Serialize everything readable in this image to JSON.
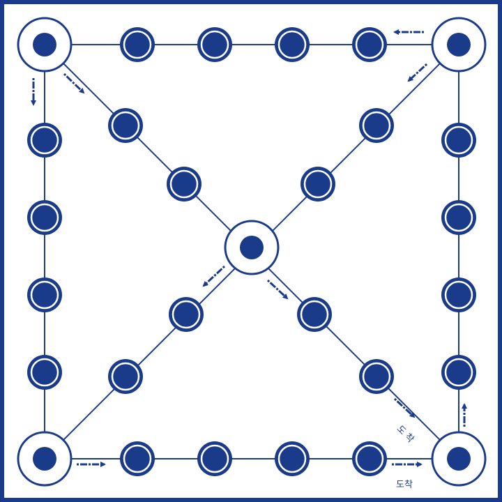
{
  "game": {
    "name": "yut-board",
    "colors": {
      "primary": "#1a3a8a",
      "background": "#ffffff"
    },
    "labels": {
      "arrival_diagonal": "도 착",
      "arrival_corner": "도착"
    },
    "stations": {
      "corners": [
        "top-left",
        "top-right",
        "bottom-left",
        "bottom-right"
      ],
      "center": "center",
      "top_edge_count": 4,
      "bottom_edge_count": 4,
      "left_edge_count": 4,
      "right_edge_count": 4,
      "diagonal_each_count": 4
    }
  }
}
